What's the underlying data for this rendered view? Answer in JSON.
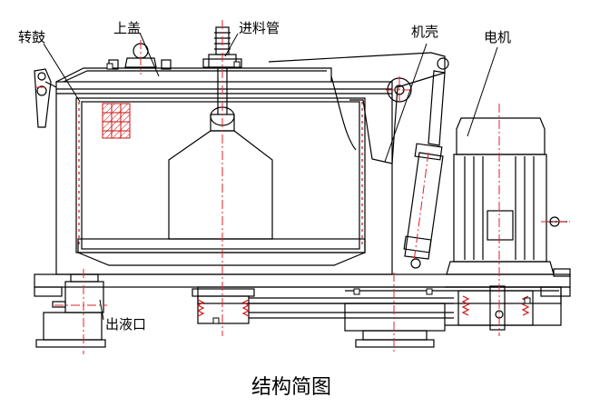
{
  "diagram": {
    "labels": {
      "drum": "转鼓",
      "top_cover": "上盖",
      "feed_pipe": "进料管",
      "casing": "机壳",
      "motor": "电机",
      "outlet": "出液口"
    },
    "caption": "结构简图",
    "colors": {
      "line": "#000000",
      "centerline": "#e0202a",
      "hatch": "#cc1111",
      "background": "#ffffff"
    }
  }
}
